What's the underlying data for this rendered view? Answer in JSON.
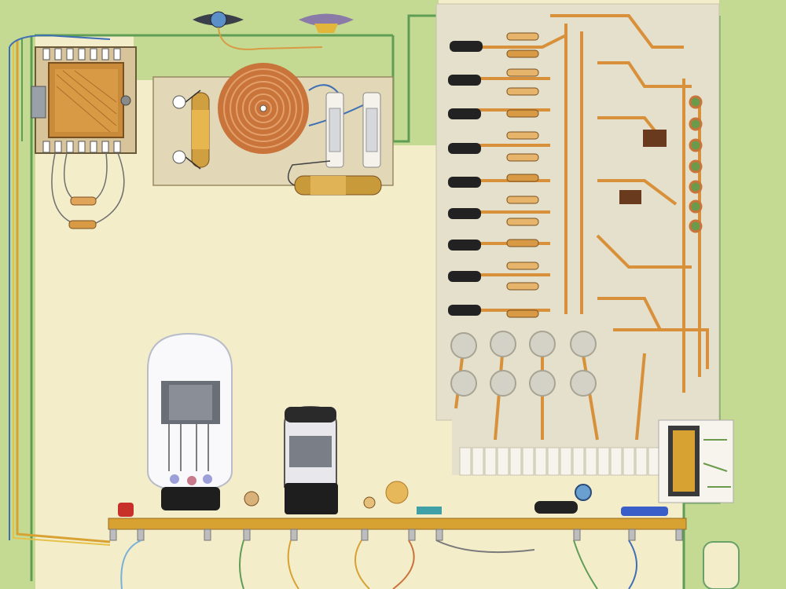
{
  "scene": {
    "subject": "embroidered-electronic-circuit-artwork",
    "palette": {
      "background": "#f3edca",
      "wall_green": "#bcd68a",
      "trace_orange": "#d89a45",
      "pcb_board": "#e7e2cf",
      "pcb_grey": "#d8d6c8",
      "tube_dark": "#2a2a2a",
      "copper": "#c9743a",
      "blue_wire": "#3f6fb5"
    },
    "components": {
      "transformer": 1,
      "spiral_coil": 1,
      "fuses": 2,
      "vacuum_tubes": 2,
      "pcb_resistors": 14,
      "pcb_black_capacitors": 9,
      "round_trim_pots": 12,
      "pcb_edge_pins": 16
    }
  }
}
